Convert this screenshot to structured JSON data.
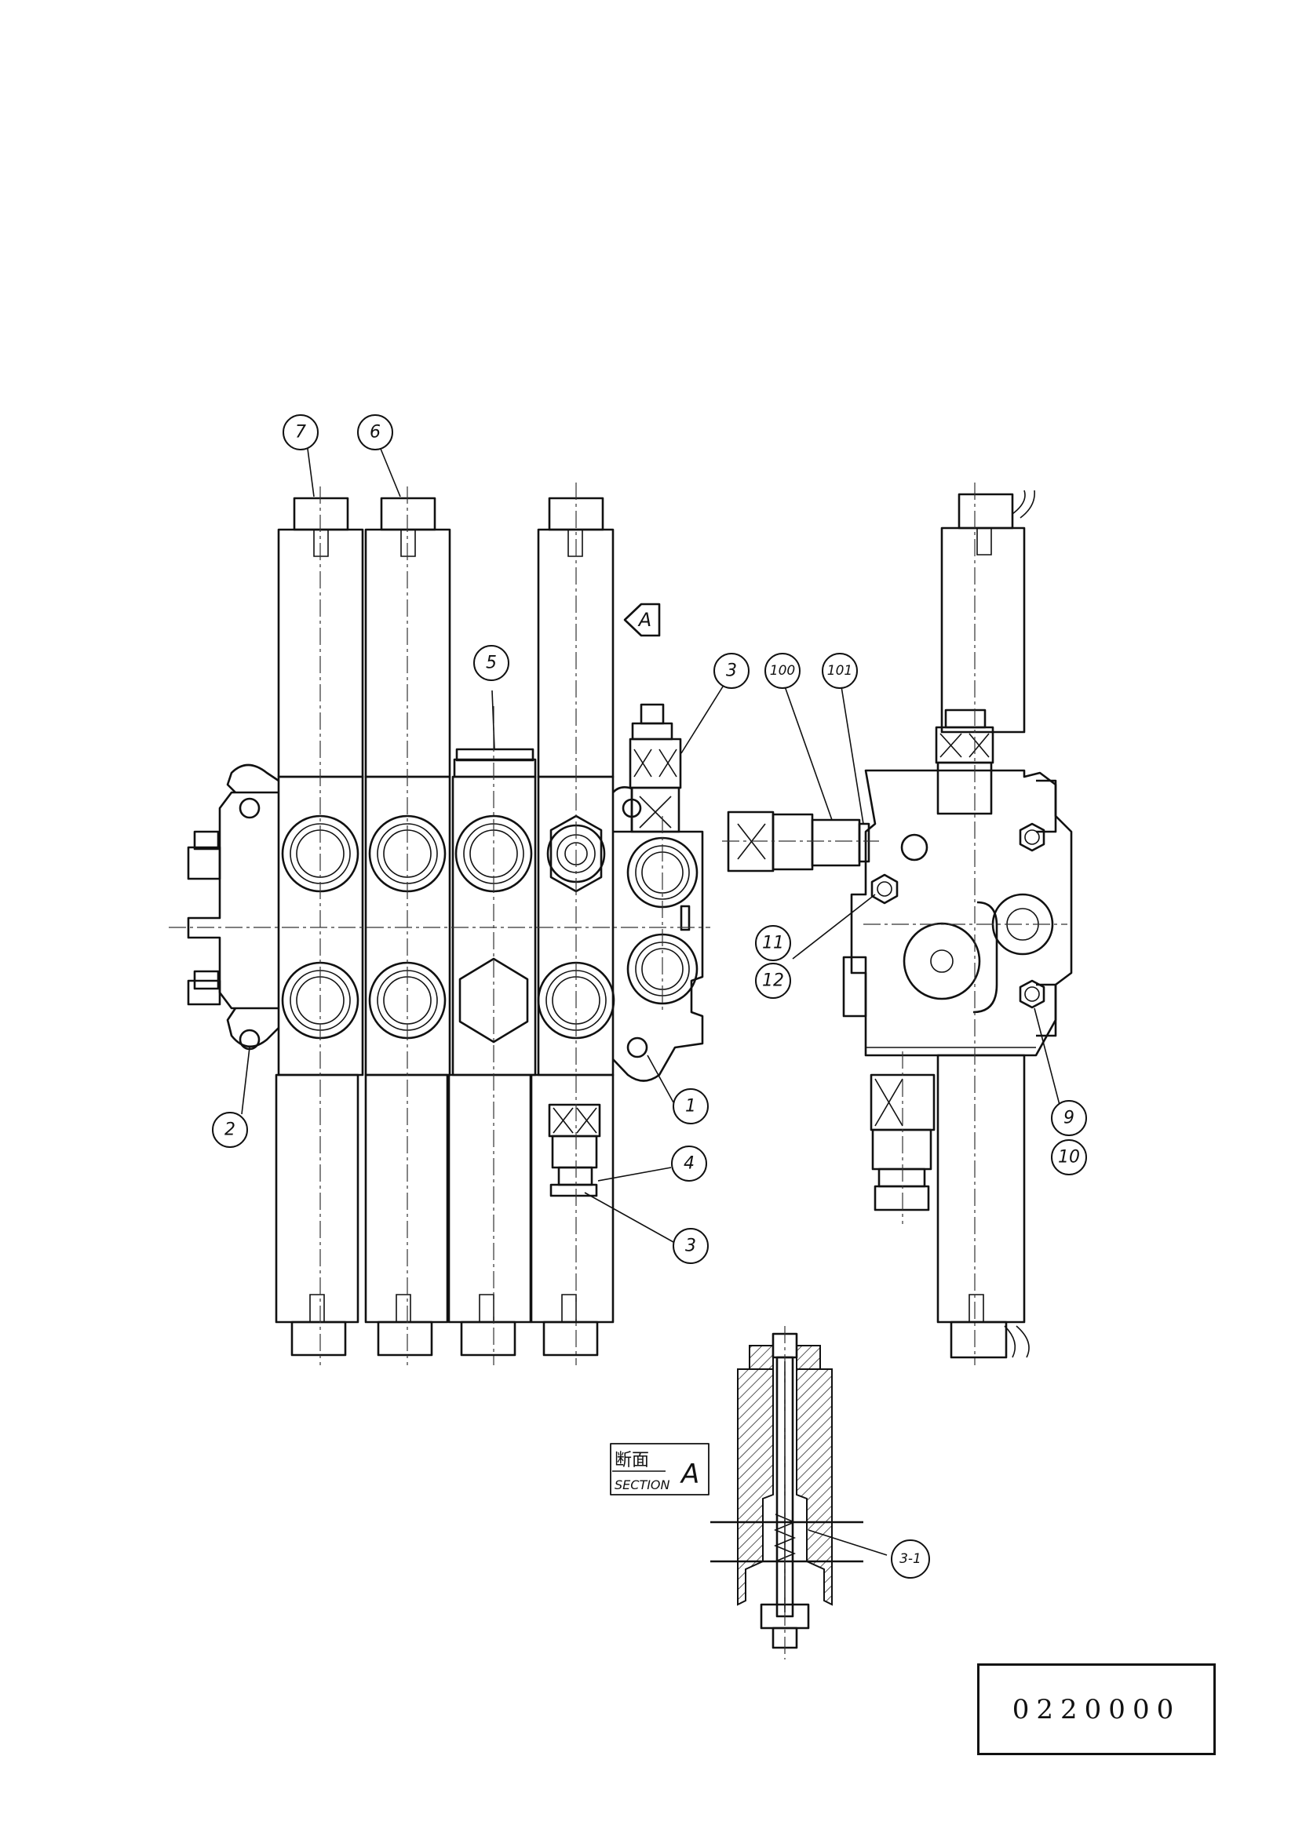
{
  "drawing": {
    "balloons": {
      "b7": "7",
      "b6": "6",
      "b5": "5",
      "b3_top": "3",
      "b100": "100",
      "b101": "101",
      "b11": "11",
      "b12": "12",
      "b2": "2",
      "b1": "1",
      "b4": "4",
      "b3_bottom": "3",
      "b9": "9",
      "b10": "10",
      "b3_1": "3-1"
    },
    "view_arrow_letter": "A",
    "section": {
      "kanji": "断面",
      "word": "SECTION",
      "letter": "A"
    }
  },
  "title_block": {
    "drawing_number": "0220000"
  }
}
